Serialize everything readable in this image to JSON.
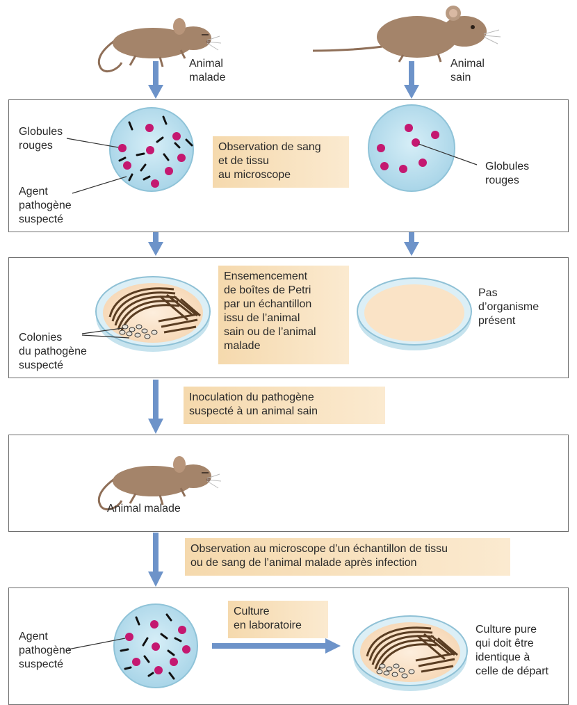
{
  "top": {
    "left_label": "Animal\nmalade",
    "right_label": "Animal\nsain"
  },
  "panel1": {
    "label_rbc_left": "Globules\nrouges",
    "label_agent_left": "Agent\npathogène\nsuspecté",
    "box": "Observation de sang\net de tissu\nau microscope",
    "label_rbc_right": "Globules\nrouges"
  },
  "panel2": {
    "box": "Ensemencement\nde boîtes de Petri\npar un échantillon\nissu de l’animal\nsain ou de l’animal\nmalade",
    "label_colonies": "Colonies\ndu pathogène\nsuspecté",
    "label_none": "Pas\nd’organisme\nprésent"
  },
  "step3": {
    "box": "Inoculation du pathogène\nsuspecté à un animal sain"
  },
  "panel3": {
    "label": "Animal malade"
  },
  "step4": {
    "box": "Observation au microscope d’un échantillon de tissu\nou de sang de l’animal malade après infection"
  },
  "panel4": {
    "label_agent": "Agent\npathogène\nsuspecté",
    "box": "Culture\nen laboratoire",
    "label_pure": "Culture pure\nqui doit être\nidentique à\ncelle de départ"
  },
  "colors": {
    "arrow": "#6d93c9",
    "slide_fill": "#bde1ef",
    "cell": "#c41870",
    "mouse": "#a4846a",
    "agar": "#fae3c6",
    "box": "#f5d9ad"
  }
}
